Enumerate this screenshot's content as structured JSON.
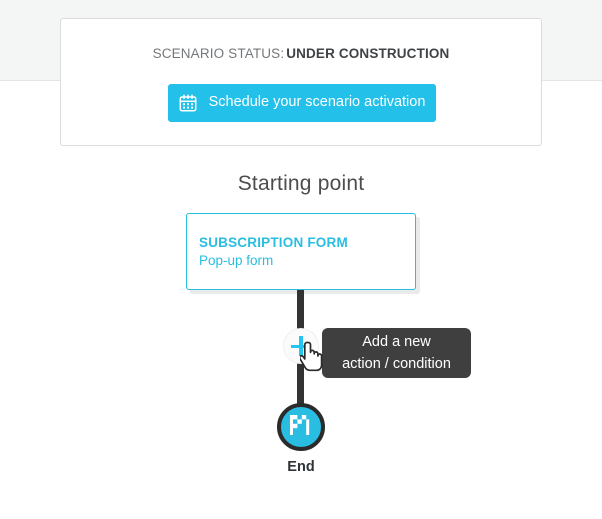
{
  "status_card": {
    "status_label": "SCENARIO STATUS:",
    "status_value": "UNDER CONSTRUCTION",
    "schedule_button_label": "Schedule your scenario activation",
    "calendar_icon": "calendar-icon",
    "accent_color": "#23c0e9"
  },
  "flow": {
    "heading": "Starting point",
    "trigger_node": {
      "title": "SUBSCRIPTION FORM",
      "subtitle": "Pop-up form",
      "border_color": "#29bde2",
      "text_color": "#29bde2"
    },
    "add_step": {
      "icon": "plus-icon",
      "tooltip_line1": "Add a new",
      "tooltip_line2": "action / condition",
      "tooltip_bg": "#3f3f3f",
      "plus_color": "#23c6f0"
    },
    "end_node": {
      "label": "End",
      "icon": "checkered-flag-icon",
      "fill_color": "#29bde2",
      "ring_color": "#2b2b2b"
    },
    "connector_color": "#333333"
  },
  "cursor": {
    "icon": "hand-pointer-cursor"
  }
}
